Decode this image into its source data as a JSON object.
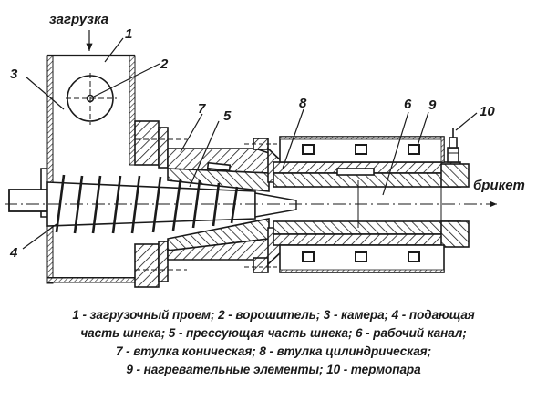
{
  "diagram": {
    "labels": {
      "load": "загрузка",
      "output": "брикет",
      "n1": "1",
      "n2": "2",
      "n3": "3",
      "n4": "4",
      "n5": "5",
      "n6": "6",
      "n7": "7",
      "n8": "8",
      "n9": "9",
      "n10": "10"
    },
    "colors": {
      "ink": "#1a1a1a",
      "background": "#ffffff"
    }
  },
  "caption": {
    "lines": [
      "1 - загрузочный проем; 2 - ворошитель; 3 - камера; 4 - подающая",
      "часть шнека; 5 - прессующая часть шнека; 6 - рабочий канал;",
      "7 - втулка коническая; 8 - втулка цилиндрическая;",
      "9 -  нагревательные элементы; 10 - термопара"
    ]
  }
}
